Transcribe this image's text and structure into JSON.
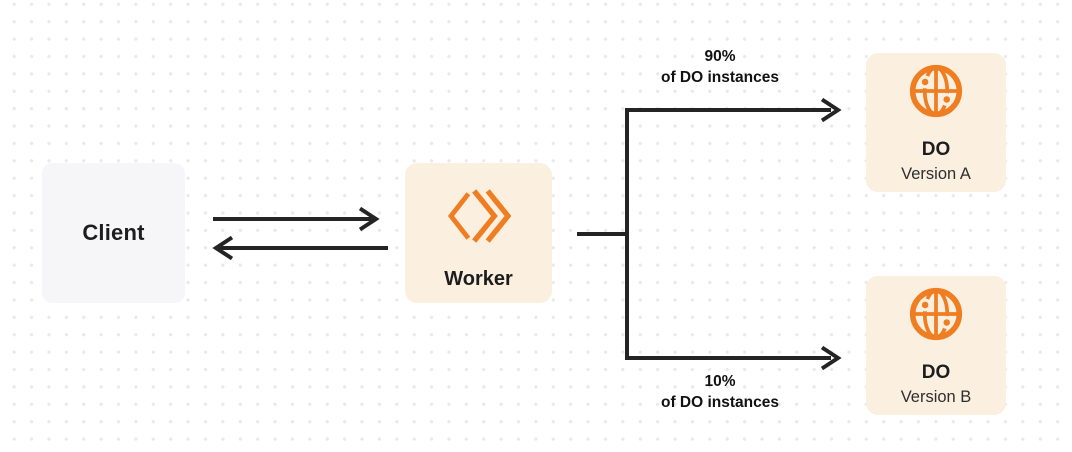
{
  "diagram": {
    "colors": {
      "accent_orange": "#EF7E23",
      "node_cream": "#FBF0DF",
      "node_gray": "#F6F6F8",
      "arrow": "#242424",
      "text_dark": "#1D1D1F",
      "text_secondary": "#2E2E30",
      "dot": "#E9E9EC"
    },
    "nodes": {
      "client": {
        "label": "Client"
      },
      "worker": {
        "label": "Worker",
        "icon": "cloudflare-workers-icon"
      },
      "do_version_a": {
        "title": "DO",
        "subtitle": "Version A",
        "icon": "durable-object-globe-icon"
      },
      "do_version_b": {
        "title": "DO",
        "subtitle": "Version B",
        "icon": "durable-object-globe-icon"
      }
    },
    "edges": {
      "client_worker": {
        "type": "bidirectional-arrows"
      },
      "split_top": {
        "percent": "90%",
        "caption": "of DO instances"
      },
      "split_bottom": {
        "percent": "10%",
        "caption": "of DO instances"
      }
    }
  }
}
